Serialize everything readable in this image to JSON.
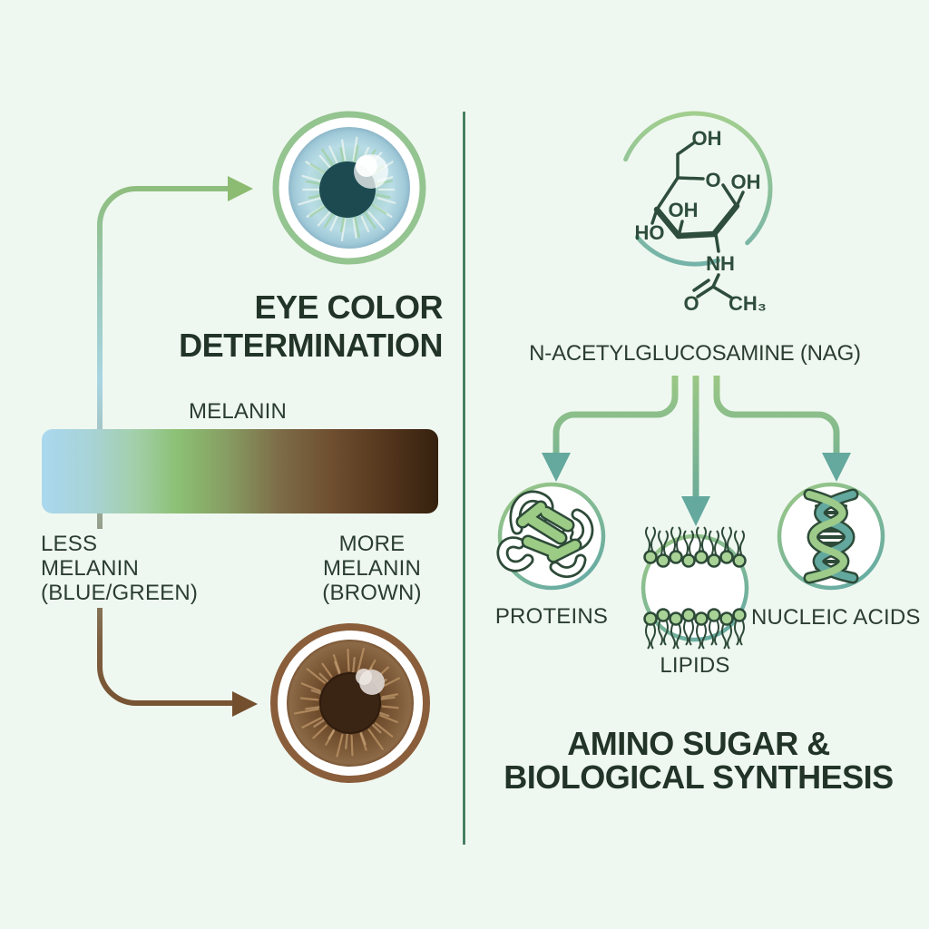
{
  "left_panel": {
    "title_line1": "EYE COLOR",
    "title_line2": "DETERMINATION",
    "melanin_label": "MELANIN",
    "less_melanin_line1": "LESS MELANIN",
    "less_melanin_line2": "(BLUE/GREEN)",
    "more_melanin_line1": "MORE MELANIN",
    "more_melanin_line2": "(BROWN)",
    "melanin_scale_colors": [
      "#aad8ee",
      "#a2cfa8",
      "#8cc175",
      "#879c61",
      "#6d4d2e",
      "#52341c",
      "#34210e"
    ],
    "blue_green_eye": {
      "iris": "#9fc9d4",
      "pupil": "#1d4a50",
      "ring": "#94c490"
    },
    "brown_eye": {
      "iris": "#6b4930",
      "pupil": "#3a2413",
      "ring": "#8a5e3b"
    }
  },
  "right_panel": {
    "molecule_label": "N-ACETYLGLUCOSAMINE (NAG)",
    "molecule_atoms": {
      "oh_top": "OH",
      "ring_o": "O",
      "oh_right": "OH",
      "oh_middle": "OH",
      "ho_left": "HO",
      "nh": "NH",
      "carbonyl_o": "O",
      "methyl": "CH₃"
    },
    "branches": [
      {
        "label": "PROTEINS"
      },
      {
        "label": "LIPIDS"
      },
      {
        "label": "NUCLEIC ACIDS"
      }
    ],
    "title_line1": "AMINO SUGAR &",
    "title_line2": "BIOLOGICAL SYNTHESIS"
  },
  "colors": {
    "background": "#eff8f0",
    "divider": "#2d6b4b",
    "heading_text": "#223428",
    "label_text": "#2b3d31",
    "arrow_green": "#8cbb72",
    "arrow_teal": "#5fa49c",
    "arrow_brown": "#75502e",
    "molecule_stroke": "#2e4d3c"
  }
}
